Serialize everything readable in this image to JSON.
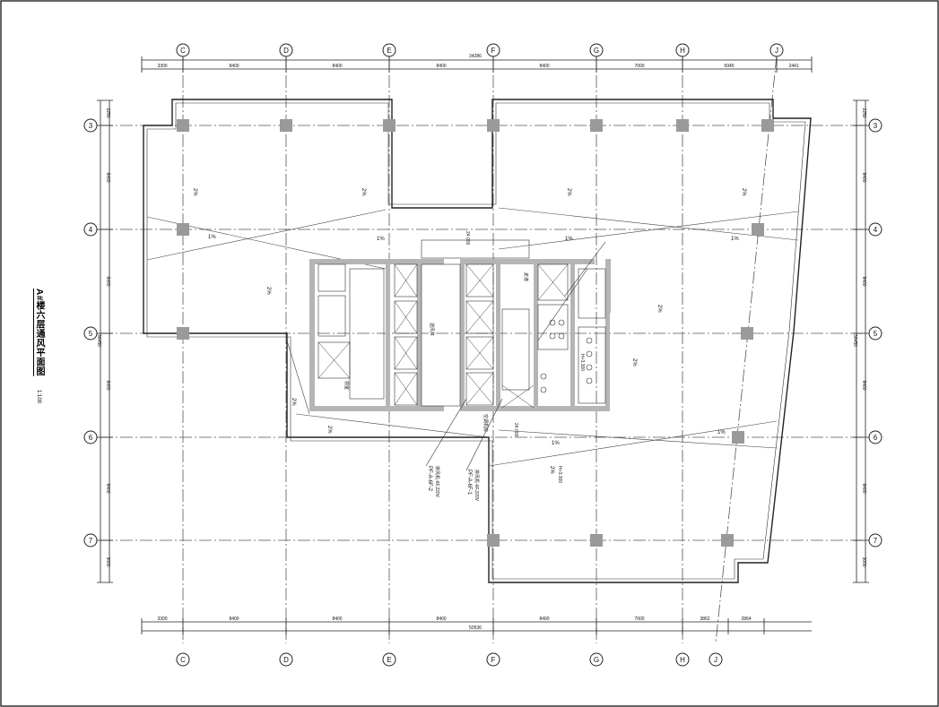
{
  "drawing": {
    "title": "A#楼六层通风平面图",
    "scale": "1:100"
  },
  "axes": {
    "vertical": [
      "C",
      "D",
      "E",
      "F",
      "G",
      "H",
      "J"
    ],
    "horizontal": [
      "3",
      "4",
      "5",
      "6",
      "7"
    ]
  },
  "dimensions": {
    "top_total": "34286",
    "top_segments": [
      "3300",
      "8400",
      "8400",
      "8400",
      "8400",
      "7000",
      "6945",
      "2441"
    ],
    "bottom_total": "50536",
    "bottom_segments": [
      "3300",
      "8400",
      "8400",
      "8400",
      "8400",
      "7000",
      "3862",
      "2864"
    ],
    "left_total": "36450",
    "left_segments": [
      "2250",
      "8400",
      "8400",
      "8400",
      "8400",
      "3000"
    ],
    "right_total": "36450",
    "right_segments": [
      "2250",
      "8400",
      "8400",
      "8400",
      "8400",
      "3000"
    ]
  },
  "labels": {
    "slope": "1%",
    "zone": "2%",
    "core_tag1": "PF-A-6F-1",
    "core_tag2": "PF-A-6F-2",
    "duct_note": "排风机-6F,220V",
    "height_a": "H+3.300",
    "height_b": "H+3.300",
    "level": "24.000",
    "shaft": "送风井",
    "room_a": "前室",
    "room_b": "走道",
    "equip": "空调机房"
  }
}
